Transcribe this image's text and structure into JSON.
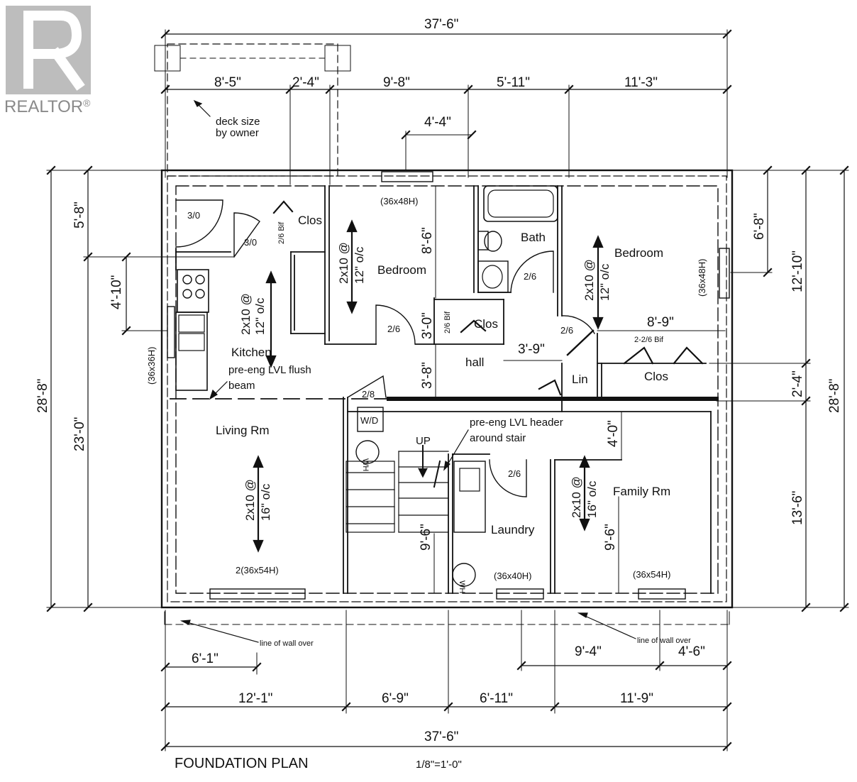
{
  "logo": {
    "text": "REALTOR",
    "mark": "®"
  },
  "title": "FOUNDATION PLAN",
  "scale": "1/8\"=1'-0\"",
  "dims": {
    "top_overall": "37'-6\"",
    "top_seg1": "8'-5\"",
    "top_seg2": "2'-4\"",
    "top_seg3": "9'-8\"",
    "top_seg4": "5'-11\"",
    "top_seg5": "11'-3\"",
    "top_window": "4'-4\"",
    "bottom_overall": "37'-6\"",
    "bottom_seg1": "12'-1\"",
    "bottom_seg2": "6'-9\"",
    "bottom_seg3": "6'-11\"",
    "bottom_seg4": "11'-9\"",
    "bottom_a": "6'-1\"",
    "bottom_b": "9'-4\"",
    "bottom_c": "4'-6\"",
    "left_overall": "28'-8\"",
    "left_a": "5'-8\"",
    "left_b": "4'-10\"",
    "left_c": "23'-0\"",
    "right_overall": "28'-8\"",
    "right_a": "6'-8\"",
    "right_b": "12'-10\"",
    "right_c": "2'-4\"",
    "right_d": "13'-6\"",
    "interior_8_6": "8'-6\"",
    "interior_3_0": "3'-0\"",
    "interior_3_8": "3'-8\"",
    "interior_3_9": "3'-9\"",
    "interior_8_9": "8'-9\"",
    "interior_4_0": "4'-0\"",
    "interior_9_6a": "9'-6\"",
    "interior_9_6b": "9'-6\""
  },
  "rooms": {
    "kitchen": "Kitchen",
    "living": "Living Rm",
    "bedroom1": "Bedroom",
    "bedroom2": "Bedroom",
    "bath": "Bath",
    "hall": "hall",
    "family": "Family Rm",
    "laundry": "Laundry",
    "clos1": "Clos",
    "clos2": "Clos",
    "clos3": "Clos",
    "lin": "Lin",
    "up": "UP",
    "wd": "W/D",
    "wh1": "WH",
    "wh2": "WH"
  },
  "notes": {
    "deck1": "deck size",
    "deck2": "by owner",
    "beam1": "pre-eng LVL flush",
    "beam2": "beam",
    "header1": "pre-eng LVL header",
    "header2": "around stair",
    "wall_left": "line of wall over",
    "wall_right": "line of wall over"
  },
  "windows": {
    "w1": "(36x48H)",
    "w2": "(36x48H)",
    "w3": "(36x36H)",
    "w4": "2(36x54H)",
    "w5": "(36x40H)",
    "w6": "(36x54H)"
  },
  "doors": {
    "d1": "3/0",
    "d2": "3/0",
    "d3": "2/6 Bif",
    "d4": "2/6",
    "d5": "2/6 Bif",
    "d6": "2/6",
    "d7": "2/6",
    "d8": "2-2/6 Bif",
    "d9": "2/8",
    "d10": "2/6"
  },
  "joists": {
    "j_line1": "2x10 @",
    "j_line2": "12\" o/c",
    "j_line3": "16\" o/c"
  }
}
